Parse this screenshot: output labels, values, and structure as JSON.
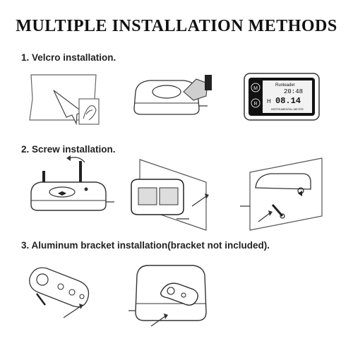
{
  "page": {
    "title": "MULTIPLE INSTALLATION METHODS"
  },
  "steps": [
    {
      "label": "1. Velcro installation."
    },
    {
      "label": "2. Screw installation."
    },
    {
      "label": "3. Aluminum bracket installation(bracket not included)."
    }
  ],
  "device_display": {
    "brand": "Runleader",
    "top_reading": "20:48",
    "main_reading": "08.14",
    "unit": "H",
    "footer": "INSTRUMENTAL METER",
    "left_button": "M",
    "right_button": "R"
  },
  "icons": [
    "hand-press-icon",
    "finger-peel-icon",
    "arrow-icon",
    "screw-icon",
    "rotate-arrow-icon"
  ]
}
